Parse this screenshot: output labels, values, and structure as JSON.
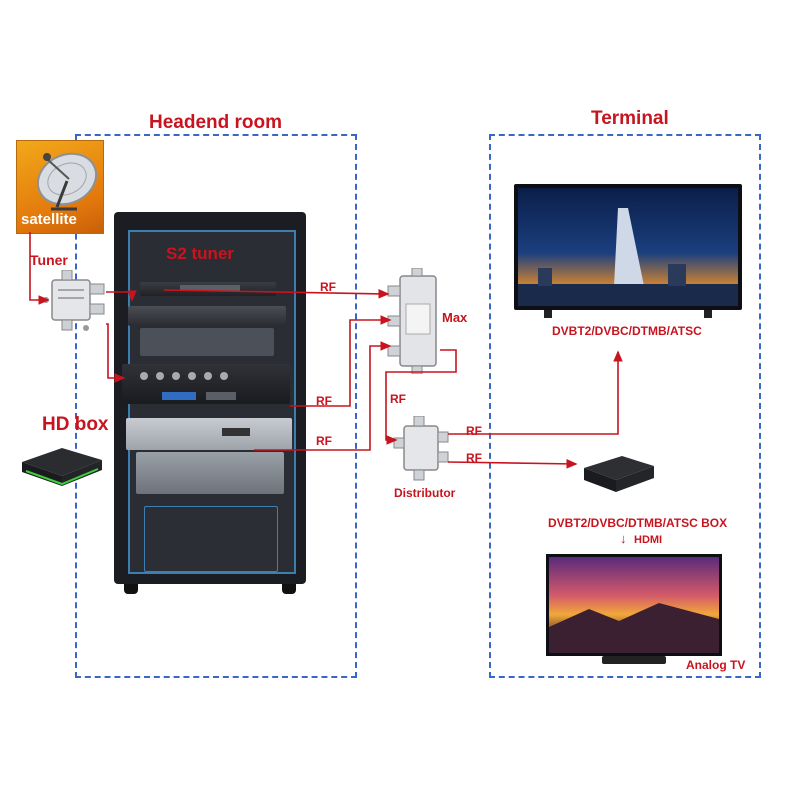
{
  "regions": {
    "headend_title": "Headend room",
    "terminal_title": "Terminal"
  },
  "devices": {
    "satellite_label": "satellite",
    "tuner_label": "Tuner",
    "s2_tuner_label": "S2 tuner",
    "hd_box_label": "HD box",
    "max_label": "Max",
    "distributor_label": "Distributor",
    "tv_top_label": "DVBT2/DVBC/DTMB/ATSC",
    "stb_label": "DVBT2/DVBC/DTMB/ATSC BOX",
    "hdmi_label": "HDMI",
    "analog_tv_label": "Analog TV"
  },
  "links": {
    "rf1": "RF",
    "rf2": "RF",
    "rf3": "RF",
    "rf4": "RF",
    "rf5": "RF",
    "rf6": "RF",
    "hdmi_arrow": "↓"
  },
  "colors": {
    "accent_red": "#c8141e",
    "region_blue": "#3a66c8"
  }
}
